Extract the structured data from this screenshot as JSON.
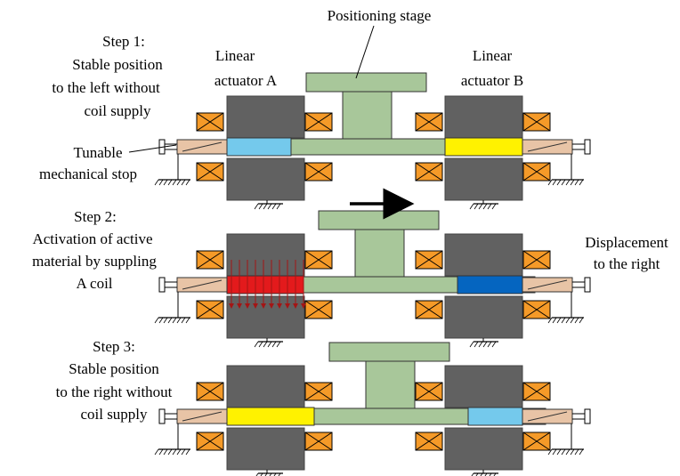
{
  "labels": {
    "positioning_stage": "Positioning  stage",
    "linear_actuator_a": [
      "Linear",
      "actuator A"
    ],
    "linear_actuator_b": [
      "Linear",
      "actuator B"
    ],
    "tunable_stop": [
      "Tunable",
      "mechanical stop"
    ],
    "displacement": [
      "Displacement",
      "to the right"
    ]
  },
  "steps": [
    {
      "lines": [
        "Step 1:",
        "Stable position",
        "to the left without",
        "coil supply"
      ]
    },
    {
      "lines": [
        "Step 2:",
        "Activation of active",
        "material by suppling",
        "A coil"
      ]
    },
    {
      "lines": [
        "Step 3:",
        "Stable position",
        "to the right without",
        "coil supply"
      ]
    }
  ],
  "colors": {
    "core": "#616161",
    "coil": "#f59a28",
    "stage": "#a8c79a",
    "stop": "#e8c4a6",
    "light_blue": "#74c9ec",
    "yellow": "#fff200",
    "red_active": "#e31a1c",
    "dark_blue": "#0565c0",
    "field_arrows": "#a31515"
  },
  "stages": [
    {
      "left_material_color": "#74c9ec",
      "right_material_color": "#fff200",
      "field_arrows": false
    },
    {
      "left_material_color": "#e31a1c",
      "right_material_color": "#0565c0",
      "field_arrows": true
    },
    {
      "left_material_color": "#fff200",
      "right_material_color": "#74c9ec",
      "field_arrows": false
    }
  ],
  "icons": [
    "coil-cross-icon",
    "ground-hatch-icon",
    "spring-stop-icon",
    "motion-arrow-icon"
  ]
}
